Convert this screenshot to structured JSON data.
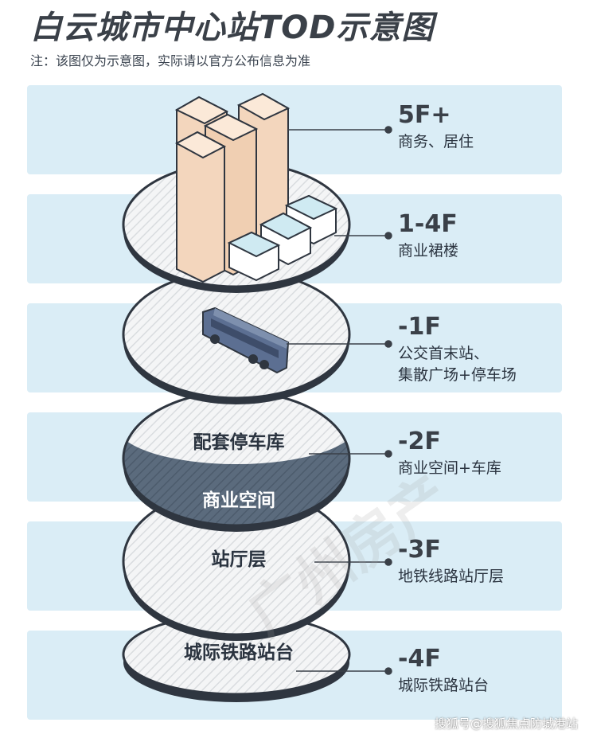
{
  "title": "白云城市中心站TOD示意图",
  "note": "注：该图仅为示意图，实际请以官方公布信息为准",
  "levels": [
    {
      "floor": "5F+",
      "desc": [
        "商务、居住"
      ]
    },
    {
      "floor": "1-4F",
      "desc": [
        "商业裙楼"
      ]
    },
    {
      "floor": "-1F",
      "desc": [
        "公交首末站、",
        "集散广场+停车场"
      ]
    },
    {
      "floor": "-2F",
      "desc": [
        "商业空间+车库"
      ]
    },
    {
      "floor": "-3F",
      "desc": [
        "地铁线路站厅层"
      ]
    },
    {
      "floor": "-4F",
      "desc": [
        "城际铁路站台"
      ]
    }
  ],
  "disc_labels": {
    "parking": "配套停车库",
    "commercial": "商业空间",
    "concourse": "站厅层",
    "platform": "城际铁路站台"
  },
  "watermark": "广州房产",
  "credit": "搜狐号@搜狐焦点防城港站",
  "colors": {
    "band": "#daedf6",
    "disc": "#f4f5f6",
    "disc_edge": "#2f3640",
    "tower": "#f3d6bd",
    "glass": "#cfeaf2",
    "bus": "#5c6f92",
    "dark_disc": "#5b6b7d"
  }
}
